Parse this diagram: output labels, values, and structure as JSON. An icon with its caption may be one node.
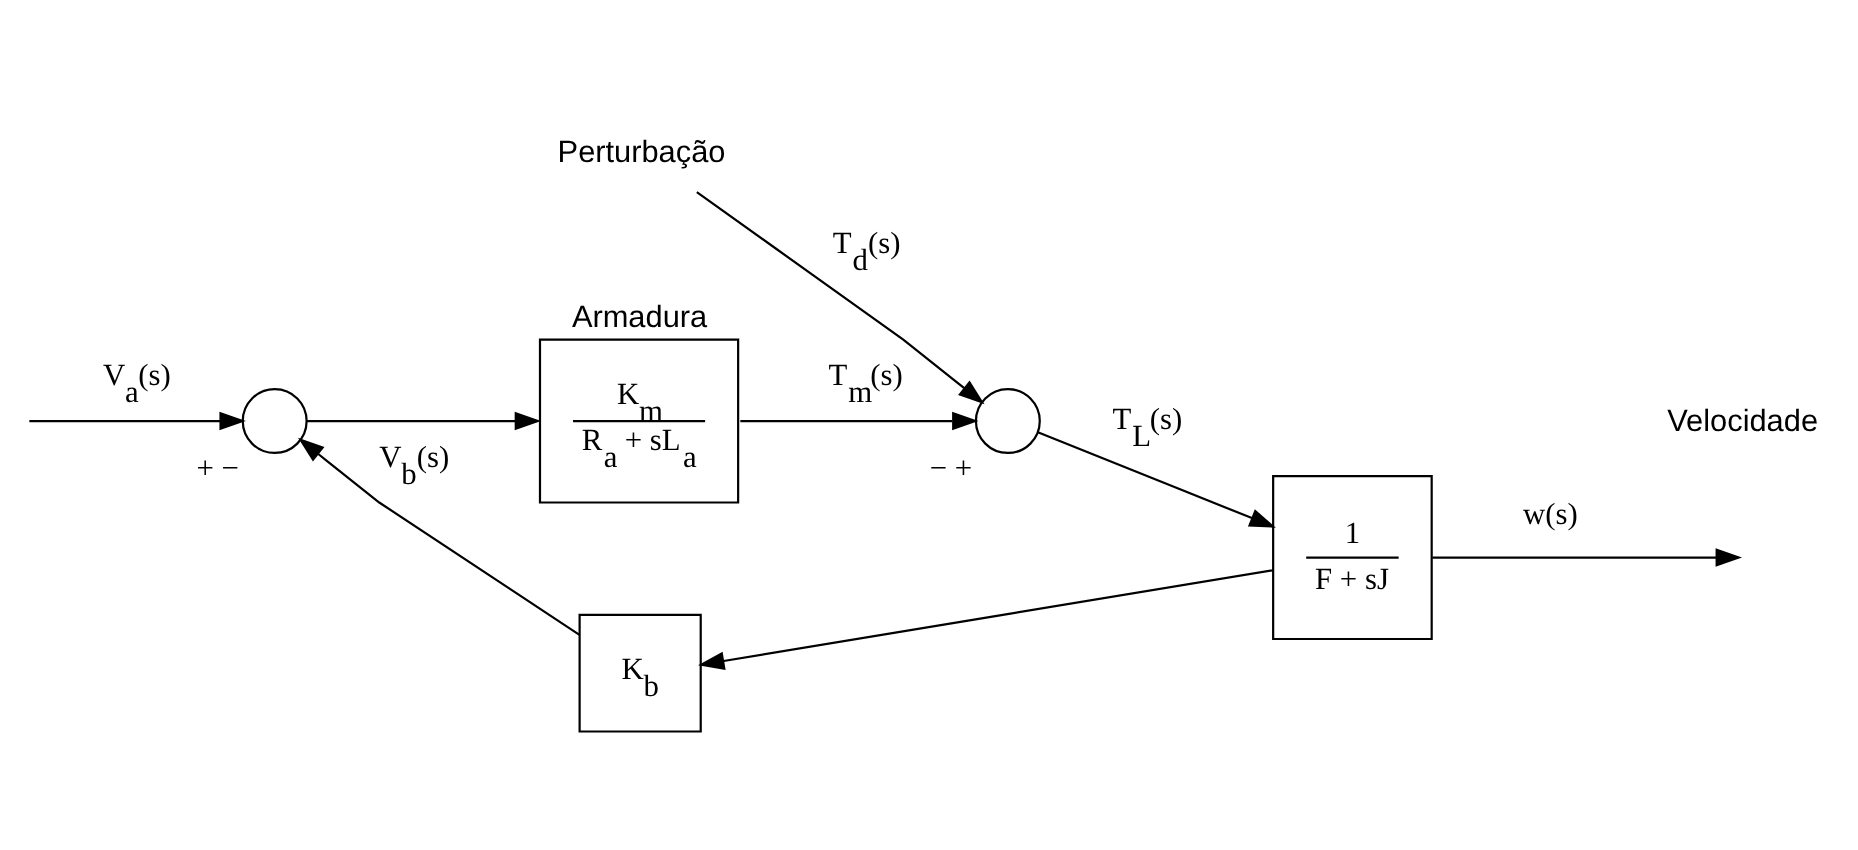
{
  "diagram": {
    "nodes": [
      {
        "text": [],
        "shape": "circle",
        "beside": [
          "+",
          "−"
        ]
      },
      {
        "text": [
          "Armadura",
          "K$_{m}$",
          "R$_{a}$ + sL$_{a}$"
        ]
      },
      {
        "text": [],
        "shape": "circle",
        "beside": [
          "−",
          "+"
        ]
      },
      {
        "text": [
          "1",
          "F + sJ"
        ]
      },
      {
        "text": [
          "K$_{b}$"
        ]
      },
      {
        "text": [
          "Perturbação"
        ]
      }
    ],
    "edges": [
      {
        "from": null,
        "to": 0,
        "arrow": "to",
        "label": "V$_{a}$(s)"
      },
      {
        "from": 0,
        "to": 1,
        "arrow": "to"
      },
      {
        "from": 1,
        "to": 2,
        "arrow": "to",
        "label": "T$_{m}$(s)"
      },
      {
        "from": 5,
        "to": 2,
        "arrow": "to",
        "label": "T$_{d}$(s)"
      },
      {
        "from": 2,
        "to": 3,
        "arrow": "to",
        "label": "T$_{L}$(s)"
      },
      {
        "from": 3,
        "to": null,
        "arrow": "to",
        "label": "w(s)"
      },
      {
        "from": 3,
        "to": 4,
        "arrow": "to"
      },
      {
        "from": 4,
        "to": 0,
        "arrow": "to",
        "label": "V$_{b}$(s)"
      }
    ],
    "labels": [
      "Velocidade"
    ]
  }
}
